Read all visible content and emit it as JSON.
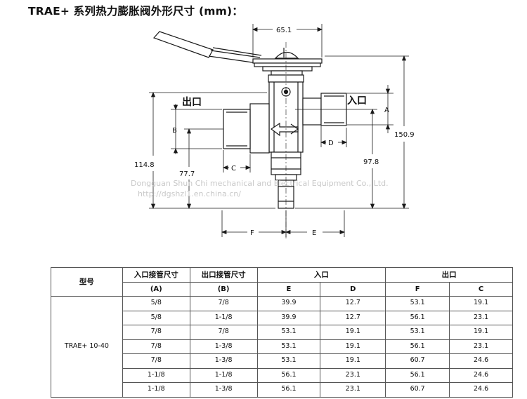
{
  "page": {
    "title": "TRAE+ 系列热力膨胀阀外形尺寸 (mm)："
  },
  "drawing": {
    "labels": {
      "outlet": "出口",
      "inlet": "入口",
      "dim_top_width": "65.1",
      "dim_a": "A",
      "dim_b": "B",
      "dim_c": "C",
      "dim_d": "D",
      "dim_e": "E",
      "dim_f": "F",
      "dim_height_total": "150.9",
      "dim_height_left": "114.8",
      "dim_height_outlet": "77.7",
      "dim_height_inlet": "97.8"
    },
    "watermark": {
      "line1": "Dongguan Shun Chi mechanical and Electrical Equipment Co., Ltd.",
      "line2": "http://dgshzl1.en.china.cn/"
    }
  },
  "table": {
    "headers": {
      "model": "型号",
      "inlet_size": "入口接管尺寸",
      "inlet_size_unit": "(A)",
      "outlet_size": "出口接管尺寸",
      "outlet_size_unit": "(B)",
      "inlet": "入口",
      "outlet": "出口",
      "e": "E",
      "d": "D",
      "f": "F",
      "c": "C"
    },
    "model": "TRAE+ 10-40",
    "rows": [
      {
        "a": "5/8",
        "b": "7/8",
        "e": "39.9",
        "d": "12.7",
        "f": "53.1",
        "c": "19.1"
      },
      {
        "a": "5/8",
        "b": "1-1/8",
        "e": "39.9",
        "d": "12.7",
        "f": "56.1",
        "c": "23.1"
      },
      {
        "a": "7/8",
        "b": "7/8",
        "e": "53.1",
        "d": "19.1",
        "f": "53.1",
        "c": "19.1"
      },
      {
        "a": "7/8",
        "b": "1-3/8",
        "e": "53.1",
        "d": "19.1",
        "f": "56.1",
        "c": "23.1"
      },
      {
        "a": "7/8",
        "b": "1-3/8",
        "e": "53.1",
        "d": "19.1",
        "f": "60.7",
        "c": "24.6"
      },
      {
        "a": "1-1/8",
        "b": "1-1/8",
        "e": "56.1",
        "d": "23.1",
        "f": "56.1",
        "c": "24.6"
      },
      {
        "a": "1-1/8",
        "b": "1-3/8",
        "e": "56.1",
        "d": "23.1",
        "f": "60.7",
        "c": "24.6"
      }
    ]
  }
}
